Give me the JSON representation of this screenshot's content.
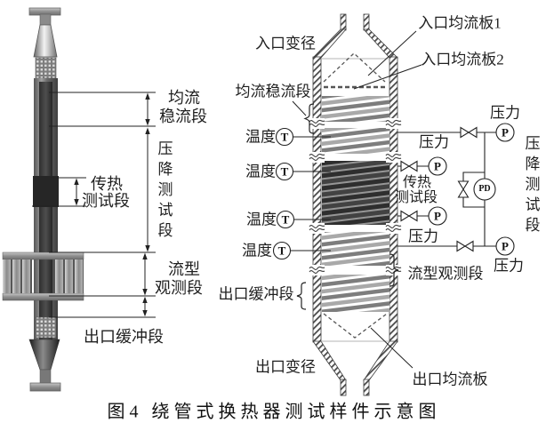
{
  "figure": {
    "caption": "图4  绕管式换热器测试样件示意图"
  },
  "photo": {
    "labels": {
      "stabilizing_1": "均流",
      "stabilizing_2": "稳流段",
      "pressure_drop_section": "压降测试段",
      "heat_transfer_1": "传热",
      "heat_transfer_2": "测试段",
      "flow_pattern_1": "流型",
      "flow_pattern_2": "观测段",
      "outlet_buffer": "出口缓冲段"
    }
  },
  "schematic": {
    "labels": {
      "inlet_reducer": "入口变径",
      "inlet_plate_1": "入口均流板1",
      "inlet_plate_2": "入口均流板2",
      "stabilizing_section": "均流稳流段",
      "temperature": "温度",
      "pressure": "压力",
      "heat_transfer_1": "传热",
      "heat_transfer_2": "测试段",
      "pressure_drop_section": "压降测试段",
      "flow_observation": "流型观测段",
      "outlet_buffer": "出口缓冲段",
      "outlet_reducer": "出口变径",
      "outlet_plate": "出口均流板"
    },
    "instruments": {
      "temperature_tag": "T",
      "pressure_tag": "P",
      "diff_pressure_tag": "PD"
    }
  },
  "colors": {
    "ink": "#1f1f1f",
    "dashed_plate": "#555555",
    "coil_dark": "#2e2e2e",
    "coil_light": "#7d7d7d",
    "background": "#ffffff"
  }
}
